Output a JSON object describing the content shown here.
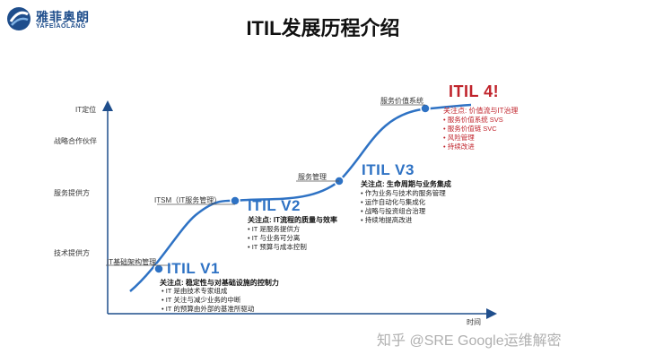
{
  "logo": {
    "name_cn": "雅菲奥朗",
    "name_en": "YAFEIAOLANG"
  },
  "title": "ITIL发展历程介绍",
  "axes": {
    "y_label": "IT定位",
    "x_label": "时间",
    "y_levels": [
      "战略合作伙伴",
      "服务提供方",
      "技术提供方"
    ]
  },
  "milestones": [
    {
      "stage_label": "IT基础架构管理",
      "version": "ITIL V1",
      "focus": "关注点: 稳定性与对基础设施的控制力",
      "bullets": [
        "IT 是由技术专家组成",
        "IT 关注与减少业务的中断",
        "IT 的预算由外部的基准所驱动"
      ]
    },
    {
      "stage_label": "ITSM（IT服务管理）",
      "version": "ITIL V2",
      "focus": "关注点: IT流程的质量与效率",
      "bullets": [
        "IT 是服务提供方",
        "IT 与业务可分离",
        "IT 预算与成本控制"
      ]
    },
    {
      "stage_label": "服务管理",
      "version": "ITIL V3",
      "focus": "关注点: 生命周期与业务集成",
      "bullets": [
        "作为业务与技术的服务管理",
        "运作自动化与集成化",
        "战略与投资组合治理",
        "持续地提高改进"
      ]
    },
    {
      "stage_label": "服务价值系统",
      "version": "ITIL 4!",
      "focus": "关注点: 价值流与IT治理",
      "bullets": [
        "服务价值系统 SVS",
        "服务价值链 SVC",
        "风险管理",
        "持续改进"
      ]
    }
  ],
  "watermark": "知乎 @SRE Google运维解密",
  "colors": {
    "curve": "#2e72c4",
    "axis": "#1f4e8c",
    "accent_red": "#c0232b"
  }
}
